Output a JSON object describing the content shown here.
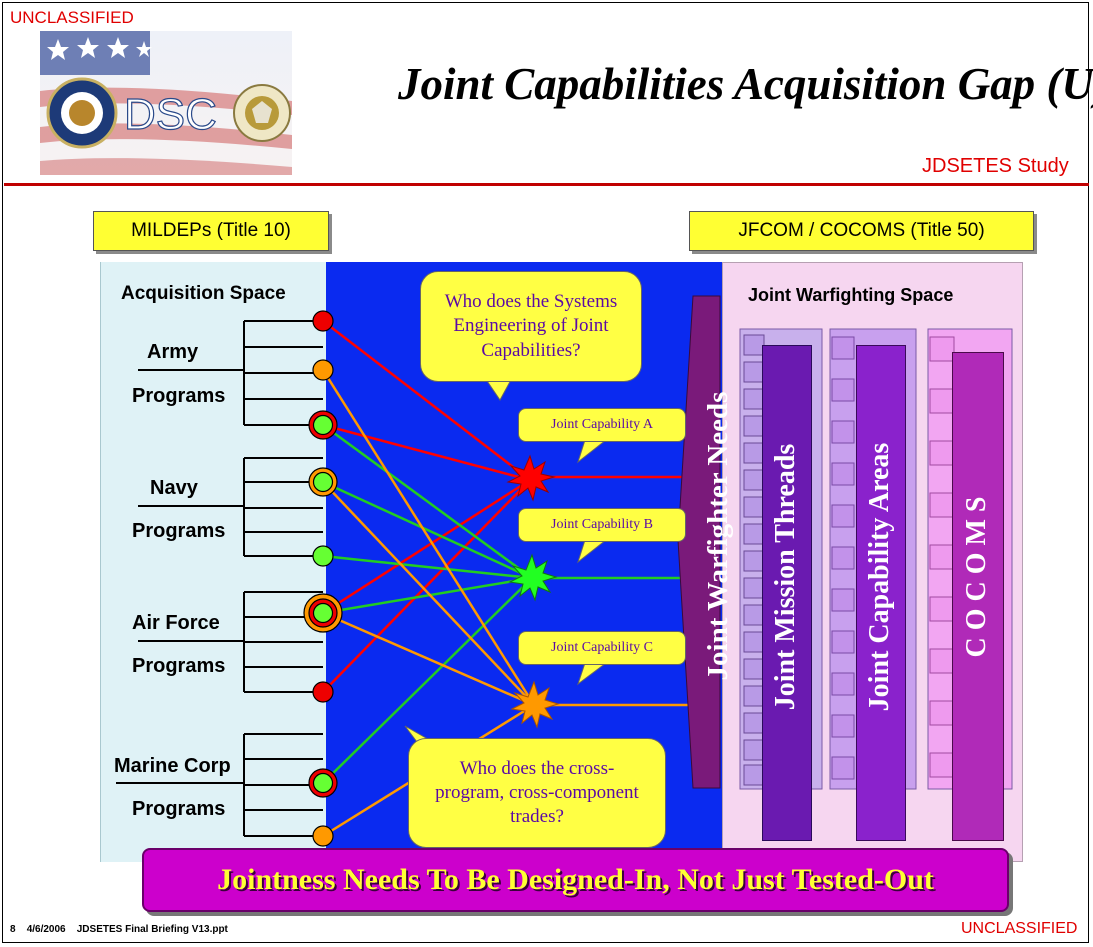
{
  "header": {
    "classification_top": "UNCLASSIFIED",
    "logo_text": "DSC",
    "title": "Joint Capabilities Acquisition Gap (U)",
    "subtitle": "JDSETES Study"
  },
  "left_tag": "MILDEPs (Title 10)",
  "right_tag": "JFCOM / COCOMS (Title 50)",
  "acquisition": {
    "heading": "Acquisition Space",
    "services": [
      {
        "name": "Army",
        "programs": "Programs"
      },
      {
        "name": "Navy",
        "programs": "Programs"
      },
      {
        "name": "Air Force",
        "programs": "Programs"
      },
      {
        "name": "Marine Corp",
        "programs": "Programs"
      }
    ]
  },
  "callouts": {
    "top": "Who does the Systems Engineering of Joint Capabilities?",
    "bottom": "Who does the cross-program, cross-component trades?"
  },
  "capabilities": [
    {
      "label": "Joint Capability A",
      "color": "#ff0000"
    },
    {
      "label": "Joint Capability B",
      "color": "#22cc22"
    },
    {
      "label": "Joint Capability C",
      "color": "#ff9900"
    }
  ],
  "warfighter_needs": "Joint Warfighter Needs",
  "warfighting": {
    "heading": "Joint Warfighting Space",
    "columns": [
      "Joint Mission Threads",
      "Joint Capability Areas",
      "C O C O M S"
    ]
  },
  "banner": "Jointness Needs To Be Designed-In, Not Just Tested-Out",
  "footer": {
    "page": "8",
    "date": "4/6/2006",
    "file": "JDSETES Final Briefing V13.ppt",
    "classification_bottom": "UNCLASSIFIED"
  },
  "colors": {
    "accent_red": "#e00000",
    "tag_yellow": "#ffff33",
    "diagram_blue": "#0a2af0",
    "acq_space_bg": "#dff2f6",
    "warfighting_bg": "#f6d6f0",
    "needs_purple": "#7a1a7a",
    "banner_magenta": "#cc00cc"
  }
}
